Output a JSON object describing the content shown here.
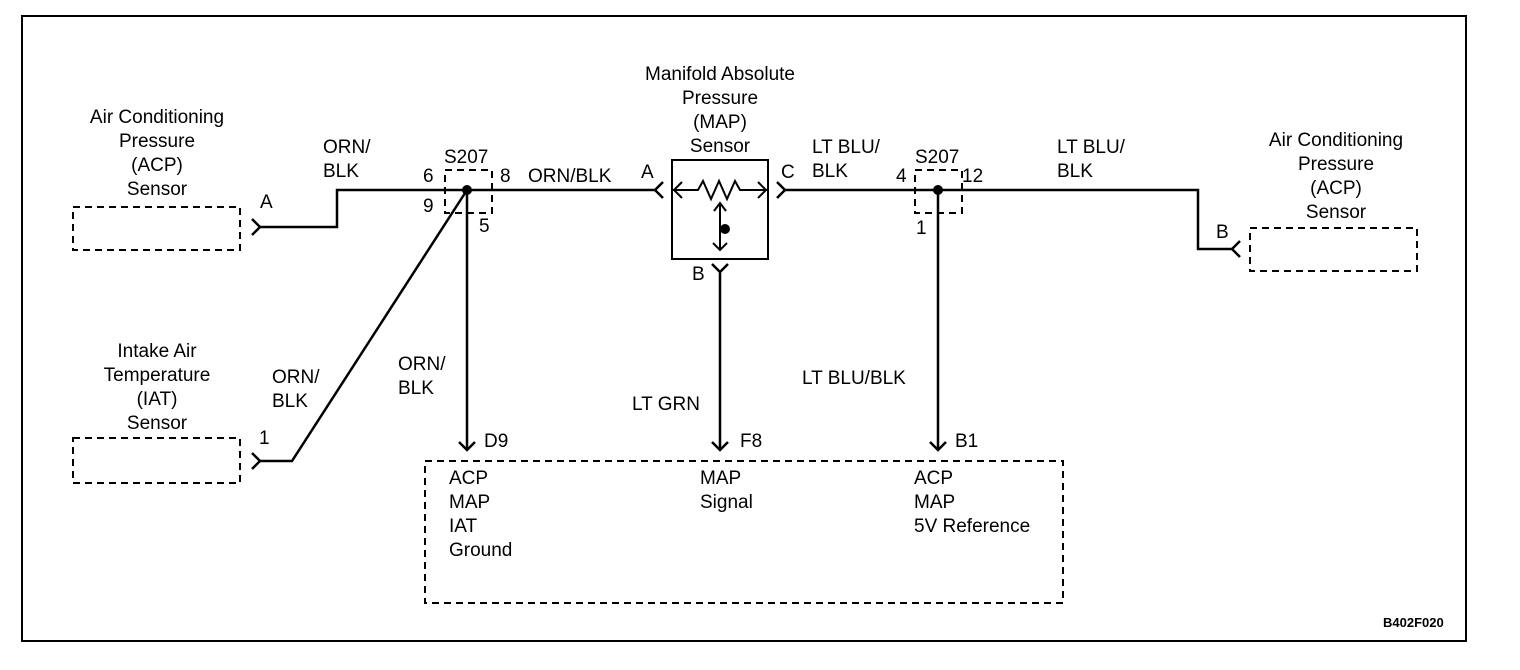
{
  "components": {
    "acp_sensor_left": {
      "lines": [
        "Air Conditioning",
        "Pressure",
        "(ACP)",
        "Sensor"
      ],
      "pin": "A"
    },
    "iat_sensor": {
      "lines": [
        "Intake Air",
        "Temperature",
        "(IAT)",
        "Sensor"
      ],
      "pin": "1"
    },
    "map_sensor": {
      "lines": [
        "Manifold Absolute",
        "Pressure",
        "(MAP)",
        "Sensor"
      ],
      "pin_a": "A",
      "pin_b": "B",
      "pin_c": "C"
    },
    "acp_sensor_right": {
      "lines": [
        "Air Conditioning",
        "Pressure",
        "(ACP)",
        "Sensor"
      ],
      "pin": "B"
    }
  },
  "splices": {
    "left": {
      "name": "S207",
      "pins": [
        "6",
        "9",
        "8",
        "5"
      ]
    },
    "right": {
      "name": "S207",
      "pins": [
        "4",
        "12",
        "1"
      ]
    }
  },
  "wires": {
    "acp_left": [
      "ORN/",
      "BLK"
    ],
    "splice_to_map": "ORN/BLK",
    "iat": [
      "ORN/",
      "BLK"
    ],
    "ground_down": [
      "ORN/",
      "BLK"
    ],
    "map_signal": "LT GRN",
    "map_to_right_splice": [
      "LT BLU/",
      "BLK"
    ],
    "right_to_acp": [
      "LT BLU/",
      "BLK"
    ],
    "ref_down": "LT BLU/BLK"
  },
  "ecm": {
    "terminals": [
      {
        "pin": "D9",
        "lines": [
          "ACP",
          "MAP",
          "IAT",
          "Ground"
        ]
      },
      {
        "pin": "F8",
        "lines": [
          "MAP",
          "Signal"
        ]
      },
      {
        "pin": "B1",
        "lines": [
          "ACP",
          "MAP",
          "5V Reference"
        ]
      }
    ]
  },
  "figure_code": "B402F020"
}
